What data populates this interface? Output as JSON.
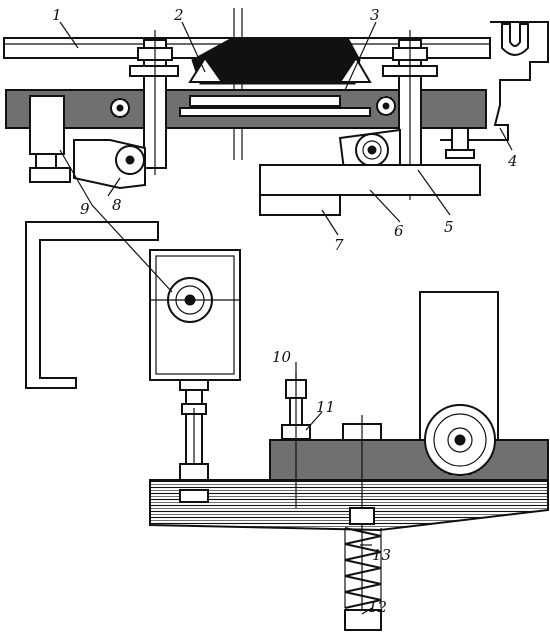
{
  "callouts": [
    {
      "id": "1",
      "text": "1"
    },
    {
      "id": "2",
      "text": "2"
    },
    {
      "id": "3",
      "text": "3"
    },
    {
      "id": "4",
      "text": "4"
    },
    {
      "id": "5",
      "text": "5"
    },
    {
      "id": "6",
      "text": "6"
    },
    {
      "id": "7",
      "text": "7"
    },
    {
      "id": "8",
      "text": "8"
    },
    {
      "id": "9",
      "text": "9"
    },
    {
      "id": "10",
      "text": "10"
    },
    {
      "id": "11",
      "text": "11"
    },
    {
      "id": "12",
      "text": "12"
    },
    {
      "id": "13",
      "text": "13"
    }
  ],
  "colors": {
    "ink": "#111111",
    "paper": "#ffffff"
  }
}
